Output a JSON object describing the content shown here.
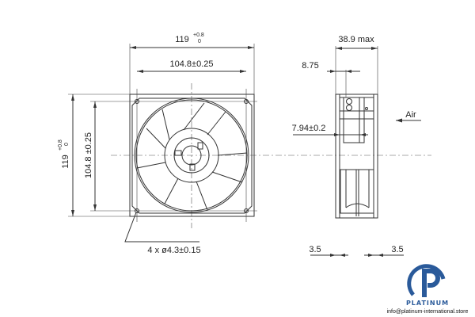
{
  "front_view": {
    "width_dim": "119",
    "width_tol_upper": "+0.8",
    "width_tol_lower": "0",
    "hole_spacing_h": "104.8±0.25",
    "height_dim": "119",
    "height_tol_upper": "+0.8",
    "height_tol_lower": "0",
    "hole_spacing_v": "104.8 ±0.25",
    "hole_callout": "4 x ø4.3±0.15"
  },
  "side_view": {
    "depth_dim": "38.9 max",
    "flange_dim": "8.75",
    "offset_dim": "7.94±0.2",
    "airflow_label": "Air",
    "left_flange": "3.5",
    "right_flange": "3.5"
  },
  "logo": {
    "brand": "PLATINUM",
    "email": "info@platinum-international.store",
    "color": "#2a5a9a"
  }
}
